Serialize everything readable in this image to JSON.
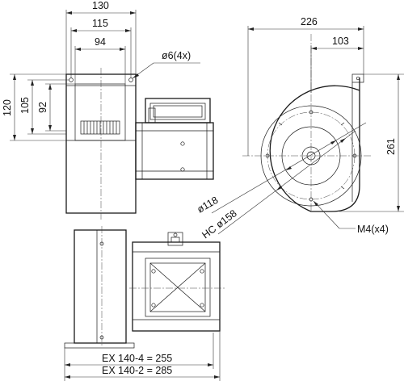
{
  "dimensions": {
    "front_width": "130",
    "front_hole_spacing": "115",
    "front_inlet_width": "94",
    "front_height": "120",
    "front_hole_height": "105",
    "front_inlet_height": "92",
    "mount_hole": "ø6(4x)",
    "side_width": "226",
    "side_offset": "103",
    "side_height": "261",
    "impeller_dia": "ø118",
    "hole_circle": "HC ø158",
    "thread": "M4(x4)",
    "length_ex140_4": "EX 140-4 = 255",
    "length_ex140_2": "EX 140-2 = 285"
  }
}
